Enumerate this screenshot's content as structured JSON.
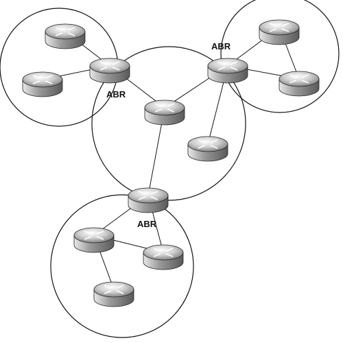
{
  "diagram": {
    "nodes": [
      {
        "id": "r1"
      },
      {
        "id": "r2"
      },
      {
        "id": "abr-left",
        "label": "ABR"
      },
      {
        "id": "abr-right",
        "label": "ABR"
      },
      {
        "id": "r5"
      },
      {
        "id": "r6"
      },
      {
        "id": "r7"
      },
      {
        "id": "r8"
      },
      {
        "id": "abr-bottom",
        "label": "ABR"
      },
      {
        "id": "r10"
      },
      {
        "id": "r11"
      },
      {
        "id": "r12"
      }
    ],
    "links": [
      [
        "r1",
        "abr-left"
      ],
      [
        "r2",
        "abr-left"
      ],
      [
        "abr-left",
        "r7"
      ],
      [
        "abr-right",
        "r7"
      ],
      [
        "abr-right",
        "r5"
      ],
      [
        "abr-right",
        "r6"
      ],
      [
        "r5",
        "r6"
      ],
      [
        "abr-right",
        "r8"
      ],
      [
        "r7",
        "abr-bottom"
      ],
      [
        "abr-bottom",
        "r10"
      ],
      [
        "abr-bottom",
        "r11"
      ],
      [
        "r10",
        "r11"
      ],
      [
        "r10",
        "r12"
      ]
    ],
    "areas": [
      "area-left",
      "area-right",
      "area-center",
      "area-bottom"
    ]
  },
  "colors": {
    "line": "#111111",
    "router_light": "#f4f4f4",
    "router_mid": "#bdbdbd",
    "router_dark": "#6a6a6a",
    "area_stroke": "#111111"
  }
}
